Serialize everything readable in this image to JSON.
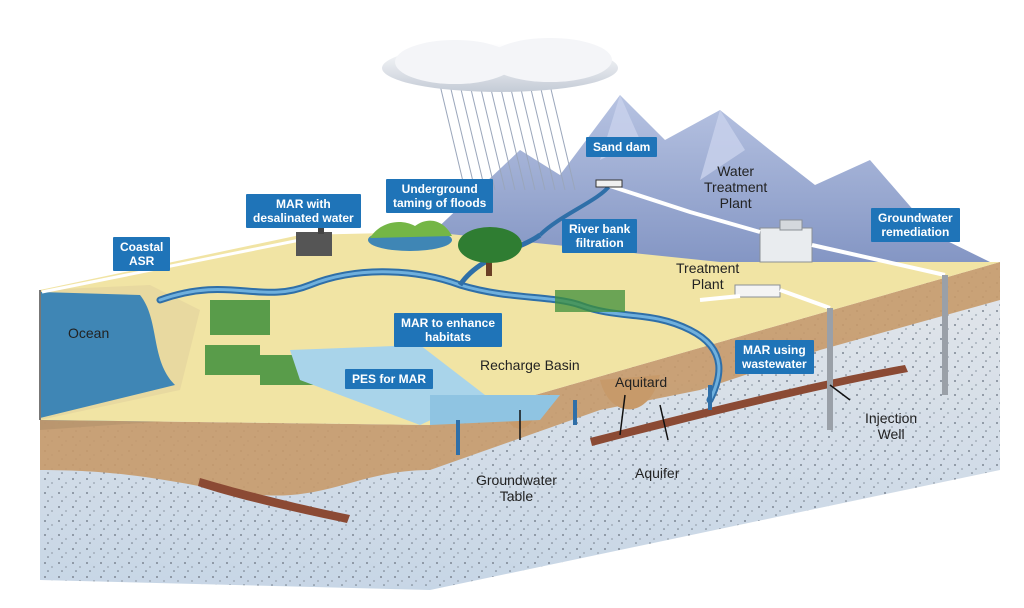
{
  "callouts": {
    "coastal_asr": "Coastal\nASR",
    "mar_desalinated": "MAR with\ndesalinated water",
    "underground_floods": "Underground\ntaming of floods",
    "sand_dam": "Sand dam",
    "river_bank": "River bank\nfiltration",
    "groundwater_remediation": "Groundwater\nremediation",
    "mar_habitats": "MAR to enhance\nhabitats",
    "pes_for_mar": "PES for MAR",
    "mar_wastewater": "MAR using\nwastewater"
  },
  "labels": {
    "ocean": "Ocean",
    "water_treatment_plant": "Water\nTreatment\nPlant",
    "treatment_plant": "Treatment\nPlant",
    "recharge_basin": "Recharge Basin",
    "aquitard": "Aquitard",
    "aquifer": "Aquifer",
    "groundwater_table": "Groundwater\nTable",
    "injection_well": "Injection\nWell"
  },
  "colors": {
    "callout_bg": "#1f74b8",
    "land": "#f1e4a4",
    "water": "#2f6fa8",
    "soil": "#c79a6a",
    "aquifer_gravel": "#d9dee3",
    "mountains": "#9aa9cf",
    "clay_layer": "#8b4a34"
  }
}
